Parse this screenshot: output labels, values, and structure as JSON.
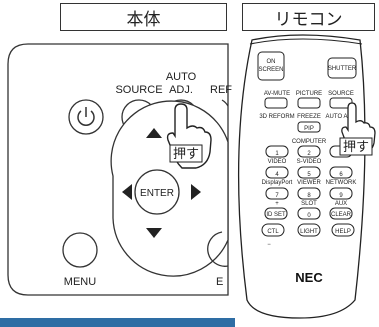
{
  "headings": {
    "main_unit": "本体",
    "remote": "リモコン"
  },
  "main_unit_panel": {
    "labels": {
      "source": "SOURCE",
      "auto_line1": "AUTO",
      "auto_line2": "ADJ.",
      "ref_partial": "REF",
      "enter": "ENTER",
      "menu": "MENU",
      "exit_partial": "E"
    },
    "callout": "押す"
  },
  "remote_panel": {
    "top_buttons": {
      "on_line1": "ON",
      "on_line2": "SCREEN",
      "shutter": "SHUTTER"
    },
    "labels": {
      "av_mute": "AV-MUTE",
      "picture": "PICTURE",
      "source": "SOURCE",
      "reform": "3D REFORM",
      "freeze": "FREEZE",
      "auto_adj": "AUTO ADJ.",
      "pip": "PIP",
      "computer": "COMPUTER",
      "video": "VIDEO",
      "s_video": "S-VIDEO",
      "displayport": "DisplayPort",
      "viewer": "VIEWER",
      "network": "NETWORK",
      "slot": "SLOT",
      "aux": "AUX",
      "plus": "+",
      "minus": "−"
    },
    "keys": [
      "1",
      "2",
      "3",
      "4",
      "5",
      "6",
      "7",
      "8",
      "9"
    ],
    "bottom_keys": {
      "id_set": "ID SET",
      "zero": "0",
      "clear": "CLEAR",
      "ctl": "CTL",
      "light": "LIGHT",
      "help": "HELP"
    },
    "callout": "押す",
    "brand": "NEC"
  },
  "colors": {
    "callout_bg": "#ffffff",
    "highlight_button": "#a9a9a9",
    "footer_bar": "#2e6da4"
  }
}
